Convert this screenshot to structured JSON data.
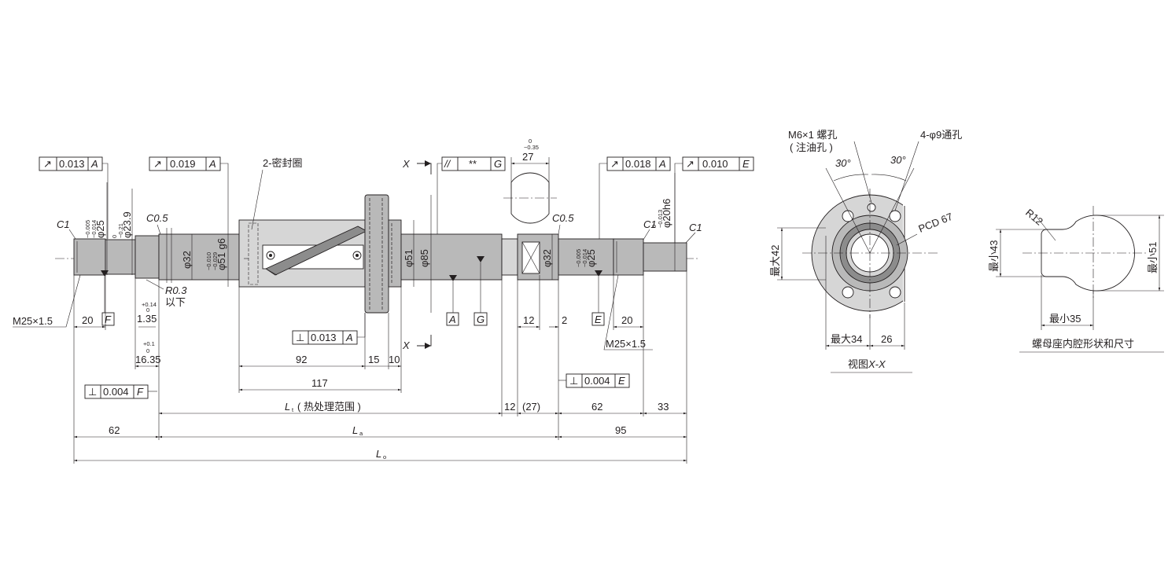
{
  "shaft_view": {
    "tolerance_frames": {
      "left_runout": {
        "symbol": "↗",
        "value": "0.013",
        "datum": "A"
      },
      "shaft_runout": {
        "symbol": "↗",
        "value": "0.019",
        "datum": "A"
      },
      "nut_parallel": {
        "symbol": "//",
        "value": "**",
        "datum": "G"
      },
      "right_runout_1": {
        "symbol": "↗",
        "value": "0.018",
        "datum": "A"
      },
      "right_runout_2": {
        "symbol": "↗",
        "value": "0.010",
        "datum": "E"
      },
      "flange_perp": {
        "symbol": "⊥",
        "value": "0.013",
        "datum": "A"
      },
      "left_perp": {
        "symbol": "⊥",
        "value": "0.004",
        "datum": "F"
      },
      "right_perp": {
        "symbol": "⊥",
        "value": "0.004",
        "datum": "E"
      }
    },
    "labels": {
      "seal": "2-密封圈",
      "section_mark": "X",
      "chamfer_c1": "C1",
      "chamfer_c05": "C0.5",
      "radius": "R0.3",
      "radius_note": "以下",
      "thread": "M25×1.5",
      "datum_a": "A",
      "datum_g": "G",
      "datum_e": "E",
      "datum_f": "F"
    },
    "diameters": {
      "d25_left": "φ25",
      "d25_left_tol_top": "−0.005",
      "d25_left_tol_bottom": "−0.014",
      "d23_9": "φ23.9",
      "d23_9_tol_top": "0",
      "d23_9_tol_bottom": "−0.21",
      "d32_left": "φ32",
      "d32_left_tol_top": "−0.010",
      "d32_left_tol_bottom": "−0.029",
      "d51g6": "φ51 g6",
      "d51": "φ51",
      "d85": "φ85",
      "d32_right": "φ32",
      "d25_right": "φ25",
      "d25_right_tol_top": "−0.005",
      "d25_right_tol_bottom": "−0.014",
      "d20h6": "φ20h6",
      "d20h6_tol_top": "0",
      "d20h6_tol_bottom": "−0.013",
      "width27": "27",
      "width27_tol_top": "0",
      "width27_tol_bottom": "−0.35"
    },
    "lengths": {
      "l20_left": "20",
      "l1_35": "1.35",
      "l1_35_tol_top": "+0.14",
      "l1_35_tol_bottom": "0",
      "l16_35": "16.35",
      "l16_35_tol_top": "+0.1",
      "l16_35_tol_bottom": "0",
      "l92": "92",
      "l15": "15",
      "l10": "10",
      "l117": "117",
      "l12_key": "12",
      "l2": "2",
      "l20_right": "20",
      "lt_symbol": "L",
      "lt_sub": "t",
      "lt_text": "( 热处理范围 )",
      "l12": "12",
      "l27": "(27)",
      "l62_right": "62",
      "l33": "33",
      "l62_left": "62",
      "la_symbol": "L",
      "la_sub": "a",
      "l95": "95",
      "lo_symbol": "L",
      "lo_sub": "o"
    }
  },
  "section_view": {
    "hole_m6": "M6×1 螺孔",
    "hole_m6_note": "( 注油孔 )",
    "through_hole": "4-φ9通孔",
    "angle_left": "30°",
    "angle_right": "30°",
    "pcd": "PCD 67",
    "max42": "最大42",
    "max34": "最大34",
    "w26": "26",
    "caption_prefix": "视图",
    "caption_name": "X-X"
  },
  "cavity_view": {
    "radius": "R12",
    "min43": "最小43",
    "min51": "最小51",
    "min35": "最小35",
    "caption": "螺母座内腔形状和尺寸"
  }
}
